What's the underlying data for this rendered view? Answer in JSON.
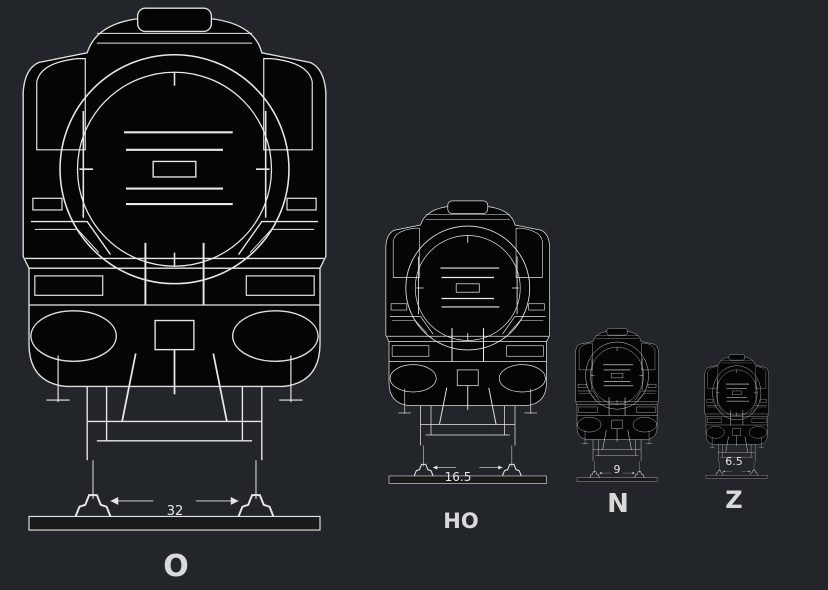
{
  "gauges": [
    {
      "id": "o",
      "name": "O",
      "track_width": "32"
    },
    {
      "id": "ho",
      "name": "HO",
      "track_width": "16.5"
    },
    {
      "id": "n",
      "name": "N",
      "track_width": "9"
    },
    {
      "id": "z",
      "name": "Z",
      "track_width": "6.5"
    }
  ],
  "colors": {
    "background": "#22252a",
    "line": "#e8e8e8",
    "locomotive": "#050505",
    "label": "#d9d9d9"
  }
}
